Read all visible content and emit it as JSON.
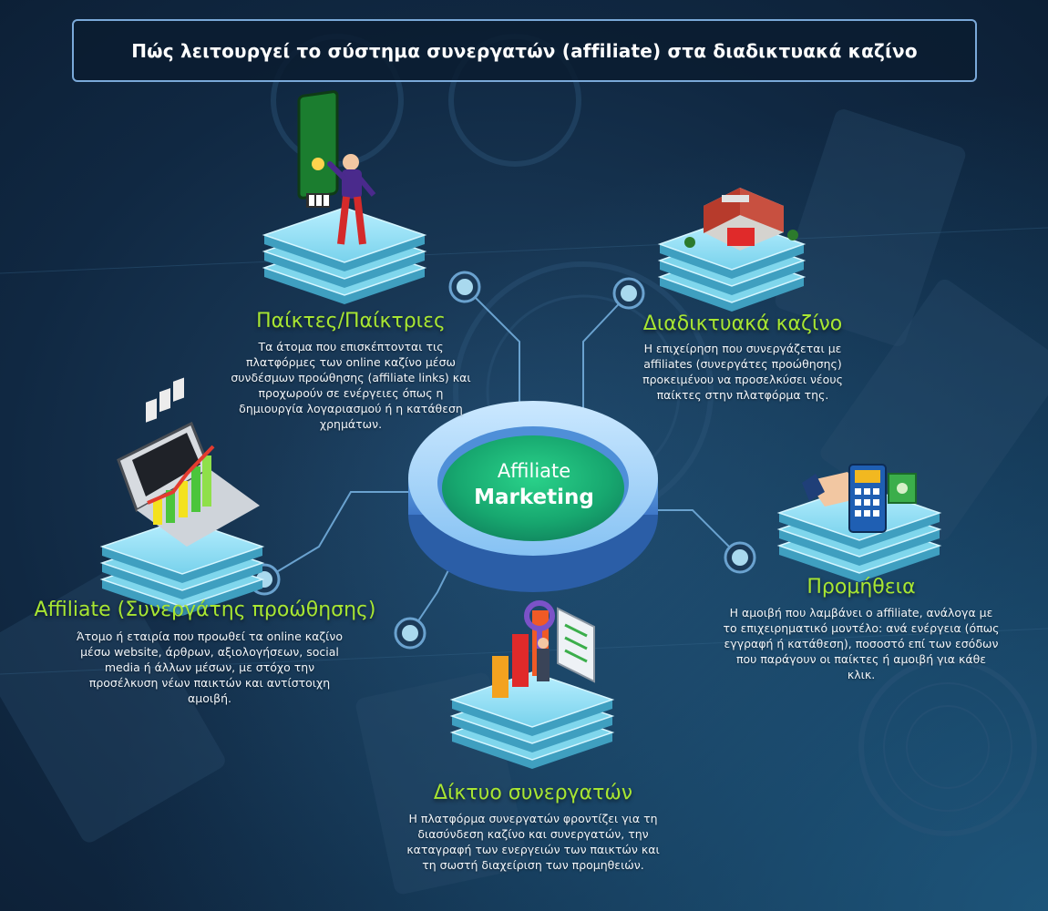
{
  "title": "Πώς λειτουργεί το σύστημα συνεργατών (affiliate) στα διαδικτυακά καζίνο",
  "hub": {
    "line1": "Affiliate",
    "line2": "Marketing"
  },
  "nodes": {
    "players": {
      "title": "Παίκτες/Παίκτριες",
      "lines": [
        "Τα άτομα που επισκέπτονται τις",
        "πλατφόρμες των online καζίνο μέσω",
        "συνδέσμων προώθησης (affiliate links) και",
        "προχωρούν σε ενέργειες όπως η",
        "δημιουργία λογαριασμού ή η κατάθεση",
        "χρημάτων."
      ]
    },
    "casinos": {
      "title": "Διαδικτυακά καζίνο",
      "lines": [
        "Η επιχείρηση που συνεργάζεται με",
        "affiliates (συνεργάτες προώθησης)",
        "προκειμένου να προσελκύσει νέους",
        "παίκτες στην πλατφόρμα της."
      ]
    },
    "affiliate": {
      "title": "Affiliate (Συνεργάτης προώθησης)",
      "lines": [
        "Άτομο ή εταιρία που προωθεί τα online καζίνο",
        "μέσω website, άρθρων, αξιολογήσεων, social",
        "media ή άλλων μέσων, με στόχο την",
        "προσέλκυση νέων παικτών και αντίστοιχη",
        "αμοιβή."
      ]
    },
    "commission": {
      "title": "Προμήθεια",
      "lines": [
        "Η αμοιβή που λαμβάνει ο affiliate, ανάλογα με",
        "το επιχειρηματικό μοντέλο: ανά ενέργεια (όπως",
        "εγγραφή ή κατάθεση), ποσοστό επί των εσόδων",
        "που παράγουν οι παίκτες ή αμοιβή για κάθε",
        "κλικ."
      ]
    },
    "network": {
      "title": "Δίκτυο συνεργατών",
      "lines": [
        "Η πλατφόρμα συνεργατών φροντίζει για τη",
        "διασύνδεση καζίνο και συνεργατών, την",
        "καταγραφή των ενεργειών των παικτών και",
        "τη σωστή διαχείριση των προμηθειών."
      ]
    }
  },
  "colors": {
    "accent_green": "#a8e632",
    "frame_blue": "#7aa9d9",
    "hub_teal": "#1fb57a",
    "platform_cyan": "#7fd6ec"
  }
}
